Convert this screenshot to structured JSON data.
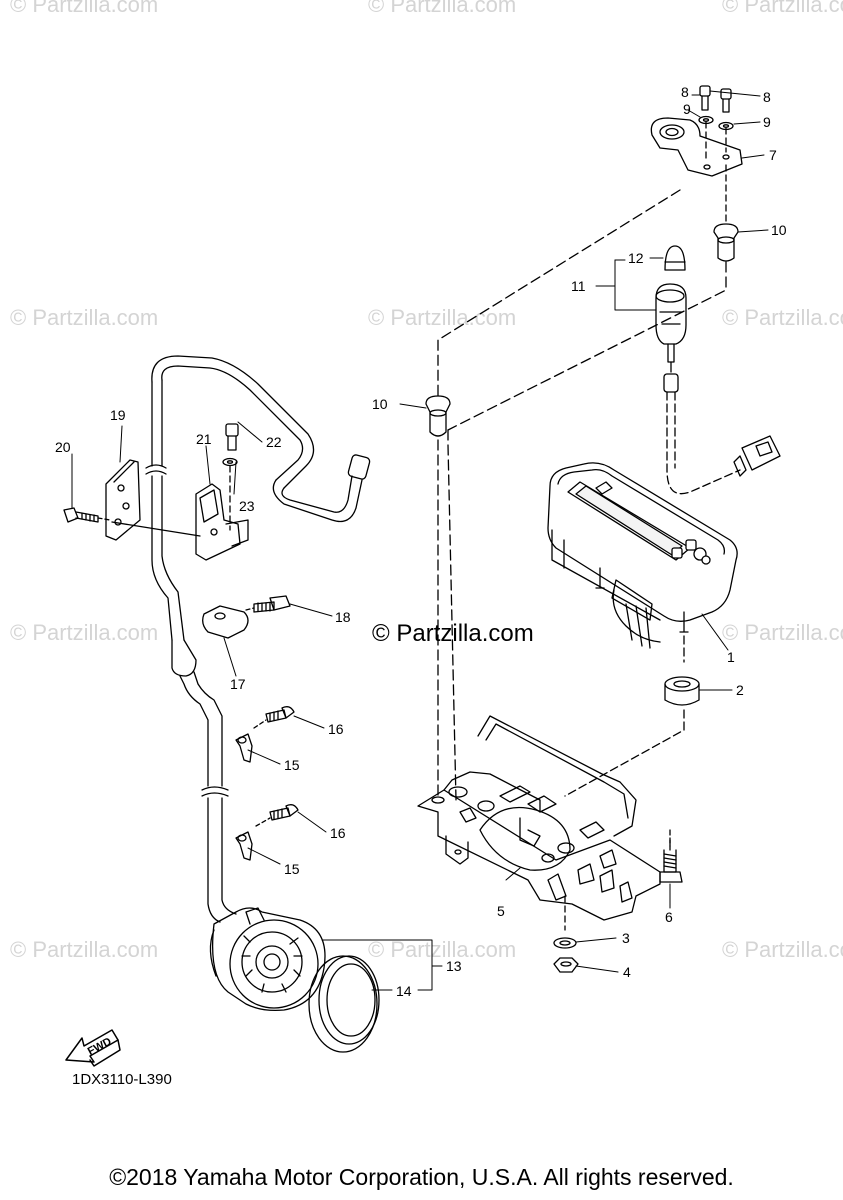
{
  "watermark_text": "© Partzilla.com",
  "center_watermark": "© Partzilla.com",
  "diagram_code": "1DX3110-L390",
  "copyright": "©2018 Yamaha Motor Corporation, U.S.A. All rights reserved.",
  "fwd_label": "FWD",
  "part_labels": {
    "p1": "1",
    "p2": "2",
    "p3": "3",
    "p4": "4",
    "p5": "5",
    "p6": "6",
    "p7": "7",
    "p8a": "8",
    "p8b": "8",
    "p9a": "9",
    "p9b": "9",
    "p10a": "10",
    "p10b": "10",
    "p11": "11",
    "p12": "12",
    "p13": "13",
    "p14": "14",
    "p15a": "15",
    "p15b": "15",
    "p16a": "16",
    "p16b": "16",
    "p17": "17",
    "p18": "18",
    "p19": "19",
    "p20": "20",
    "p21": "21",
    "p22": "22",
    "p23": "23"
  }
}
